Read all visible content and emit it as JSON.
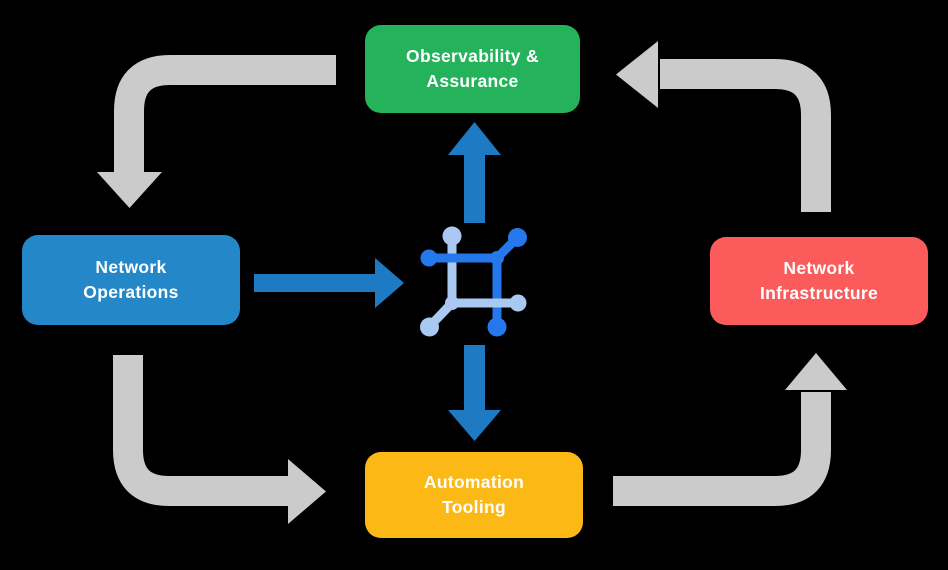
{
  "colors": {
    "background": "#000000",
    "arrow_gray": "#CBCBCB",
    "arrow_blue": "#1E7AC2",
    "icon_dark_blue": "#2478EC",
    "icon_light_blue": "#A9C9F2",
    "node_green": "#24B35B",
    "node_blue": "#2487C8",
    "node_red": "#FB5B5B",
    "node_yellow": "#FCB915",
    "label_text": "#FFFFFF"
  },
  "nodes": {
    "observability": {
      "line1": "Observability &",
      "line2": "Assurance"
    },
    "operations": {
      "line1": "Network",
      "line2": "Operations"
    },
    "infrastructure": {
      "line1": "Network",
      "line2": "Infrastructure"
    },
    "automation": {
      "line1": "Automation",
      "line2": "Tooling"
    }
  },
  "icons": {
    "center": "network-hub-icon"
  }
}
